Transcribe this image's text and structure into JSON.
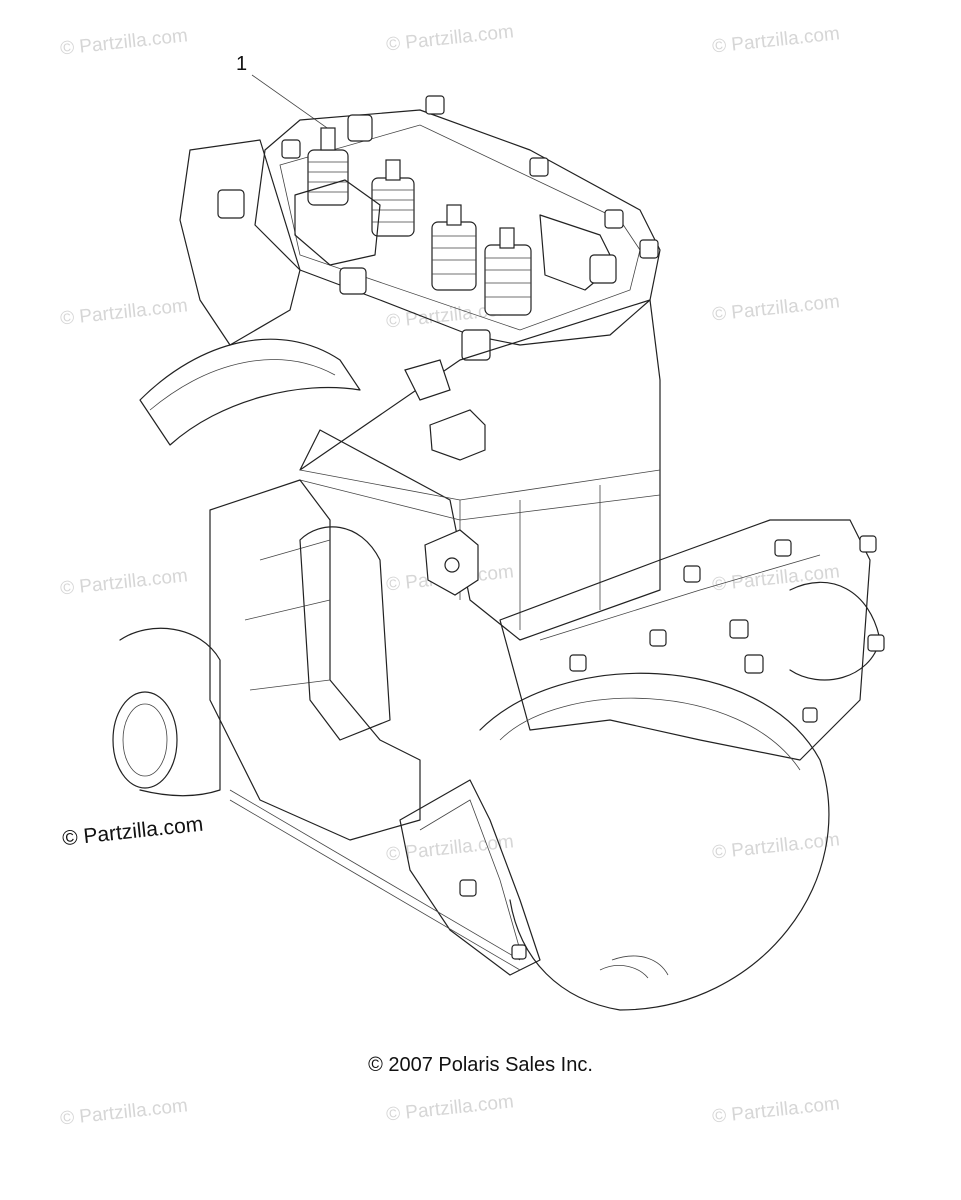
{
  "diagram": {
    "callout_number": "1",
    "copyright_main": "© Partzilla.com",
    "footer_copyright": "© 2007 Polaris Sales Inc.",
    "watermark_text": "© Partzilla.com",
    "watermarks": [
      "© Partzilla.com",
      "© Partzilla.com",
      "© Partzilla.com",
      "© Partzilla.com",
      "© Partzilla.com",
      "© Partzilla.com",
      "© Partzilla.com",
      "© Partzilla.com",
      "© Partzilla.com",
      "© Partzilla.com",
      "© Partzilla.com",
      "© Partzilla.com",
      "© Partzilla.com",
      "© Partzilla.com"
    ]
  }
}
